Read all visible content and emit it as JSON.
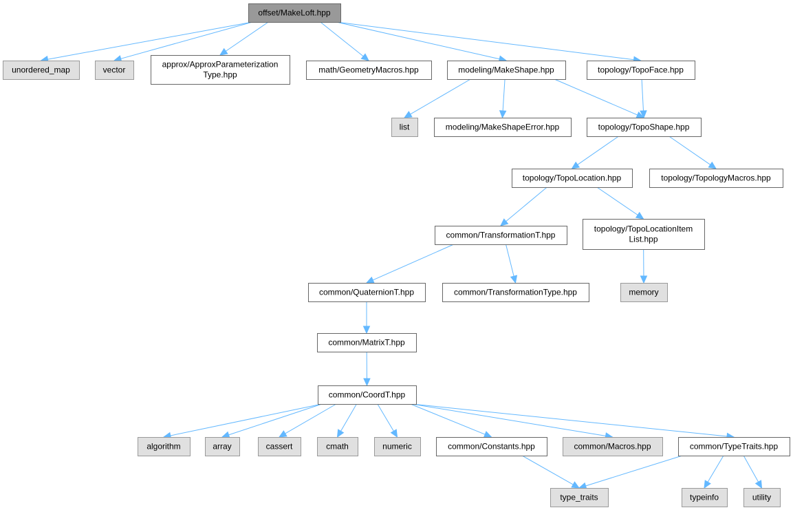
{
  "title": "offset/MakeLoft.hpp",
  "colors": {
    "edge": "#63b8ff",
    "root_fill": "#999999",
    "external_fill": "#e0e0e0",
    "internal_fill": "#ffffff"
  },
  "nodes": [
    {
      "id": "root",
      "kind": "root",
      "lines": [
        "offset/MakeLoft.hpp"
      ]
    },
    {
      "id": "unordered_map",
      "kind": "ext",
      "lines": [
        "unordered_map"
      ]
    },
    {
      "id": "vector",
      "kind": "ext",
      "lines": [
        "vector"
      ]
    },
    {
      "id": "approx",
      "kind": "int",
      "lines": [
        "approx/ApproxParameterization",
        "Type.hpp"
      ]
    },
    {
      "id": "geommacros",
      "kind": "int",
      "lines": [
        "math/GeometryMacros.hpp"
      ]
    },
    {
      "id": "makeshape",
      "kind": "int",
      "lines": [
        "modeling/MakeShape.hpp"
      ]
    },
    {
      "id": "topoface",
      "kind": "int",
      "lines": [
        "topology/TopoFace.hpp"
      ]
    },
    {
      "id": "list",
      "kind": "ext",
      "lines": [
        "list"
      ]
    },
    {
      "id": "makeshapeerror",
      "kind": "int",
      "lines": [
        "modeling/MakeShapeError.hpp"
      ]
    },
    {
      "id": "toposhape",
      "kind": "int",
      "lines": [
        "topology/TopoShape.hpp"
      ]
    },
    {
      "id": "topolocation",
      "kind": "int",
      "lines": [
        "topology/TopoLocation.hpp"
      ]
    },
    {
      "id": "topologymacros",
      "kind": "int",
      "lines": [
        "topology/TopologyMacros.hpp"
      ]
    },
    {
      "id": "transformationt",
      "kind": "int",
      "lines": [
        "common/TransformationT.hpp"
      ]
    },
    {
      "id": "itemlist",
      "kind": "int",
      "lines": [
        "topology/TopoLocationItem",
        "List.hpp"
      ]
    },
    {
      "id": "quaterniont",
      "kind": "int",
      "lines": [
        "common/QuaternionT.hpp"
      ]
    },
    {
      "id": "transformationtype",
      "kind": "int",
      "lines": [
        "common/TransformationType.hpp"
      ]
    },
    {
      "id": "memory",
      "kind": "ext",
      "lines": [
        "memory"
      ]
    },
    {
      "id": "matrixt",
      "kind": "int",
      "lines": [
        "common/MatrixT.hpp"
      ]
    },
    {
      "id": "coordt",
      "kind": "int",
      "lines": [
        "common/CoordT.hpp"
      ]
    },
    {
      "id": "algorithm",
      "kind": "ext",
      "lines": [
        "algorithm"
      ]
    },
    {
      "id": "array",
      "kind": "ext",
      "lines": [
        "array"
      ]
    },
    {
      "id": "cassert",
      "kind": "ext",
      "lines": [
        "cassert"
      ]
    },
    {
      "id": "cmath",
      "kind": "ext",
      "lines": [
        "cmath"
      ]
    },
    {
      "id": "numeric",
      "kind": "ext",
      "lines": [
        "numeric"
      ]
    },
    {
      "id": "constants",
      "kind": "int",
      "lines": [
        "common/Constants.hpp"
      ]
    },
    {
      "id": "macros",
      "kind": "ext",
      "lines": [
        "common/Macros.hpp"
      ]
    },
    {
      "id": "typetraits",
      "kind": "int",
      "lines": [
        "common/TypeTraits.hpp"
      ]
    },
    {
      "id": "type_traits",
      "kind": "ext",
      "lines": [
        "type_traits"
      ]
    },
    {
      "id": "typeinfo",
      "kind": "ext",
      "lines": [
        "typeinfo"
      ]
    },
    {
      "id": "utility",
      "kind": "ext",
      "lines": [
        "utility"
      ]
    }
  ],
  "edges": [
    [
      "root",
      "unordered_map"
    ],
    [
      "root",
      "vector"
    ],
    [
      "root",
      "approx"
    ],
    [
      "root",
      "geommacros"
    ],
    [
      "root",
      "makeshape"
    ],
    [
      "root",
      "topoface"
    ],
    [
      "makeshape",
      "list"
    ],
    [
      "makeshape",
      "makeshapeerror"
    ],
    [
      "makeshape",
      "toposhape"
    ],
    [
      "topoface",
      "toposhape"
    ],
    [
      "toposhape",
      "topolocation"
    ],
    [
      "toposhape",
      "topologymacros"
    ],
    [
      "topolocation",
      "transformationt"
    ],
    [
      "topolocation",
      "itemlist"
    ],
    [
      "transformationt",
      "quaterniont"
    ],
    [
      "transformationt",
      "transformationtype"
    ],
    [
      "itemlist",
      "memory"
    ],
    [
      "quaterniont",
      "matrixt"
    ],
    [
      "matrixt",
      "coordt"
    ],
    [
      "coordt",
      "algorithm"
    ],
    [
      "coordt",
      "array"
    ],
    [
      "coordt",
      "cassert"
    ],
    [
      "coordt",
      "cmath"
    ],
    [
      "coordt",
      "numeric"
    ],
    [
      "coordt",
      "constants"
    ],
    [
      "coordt",
      "macros"
    ],
    [
      "coordt",
      "typetraits"
    ],
    [
      "constants",
      "type_traits"
    ],
    [
      "typetraits",
      "type_traits"
    ],
    [
      "typetraits",
      "typeinfo"
    ],
    [
      "typetraits",
      "utility"
    ]
  ]
}
